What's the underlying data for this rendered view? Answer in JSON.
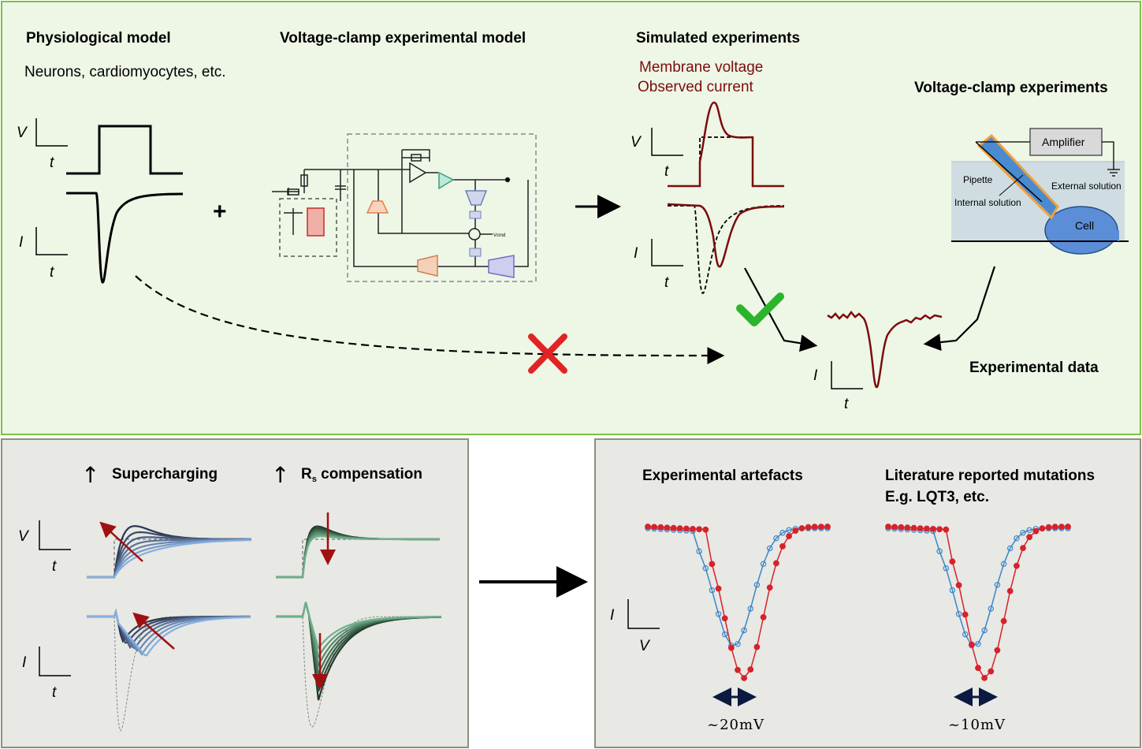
{
  "headers": {
    "physiological_model": "Physiological model",
    "physiological_sub": "Neurons, cardiomyocytes, etc.",
    "vc_model": "Voltage-clamp experimental model",
    "simulated": "Simulated experiments",
    "membrane_voltage": "Membrane voltage",
    "observed_current": "Observed current",
    "vc_experiments": "Voltage-clamp experiments",
    "experimental_data": "Experimental data"
  },
  "apparatus": {
    "amplifier": "Amplifier",
    "pipette": "Pipette",
    "external_solution": "External solution",
    "internal_solution": "Internal solution",
    "cell": "Cell"
  },
  "circuit": {
    "vcmd": "Vcmd"
  },
  "symbols": {
    "plus": "+",
    "arrow_up": "↑"
  },
  "axes": {
    "V": "V",
    "I": "I",
    "t": "t"
  },
  "bottom_left": {
    "supercharging": "Supercharging",
    "rs_comp_main": "R",
    "rs_comp_sub": "s",
    "rs_comp_rest": " compensation"
  },
  "bottom_right": {
    "artefacts": "Experimental artefacts",
    "literature_line1": "Literature reported mutations",
    "literature_line2": "E.g. LQT3, etc.",
    "shift1": "~20mV",
    "shift2": "~10mV"
  },
  "colors": {
    "green_border": "#7cc242",
    "grey_border": "#8d8f7f",
    "dark_red": "#7b0c0c",
    "check_green": "#2ab52a",
    "cross_red": "#e02424",
    "series_red": "#d6222b",
    "series_blue": "#3a86c8"
  }
}
